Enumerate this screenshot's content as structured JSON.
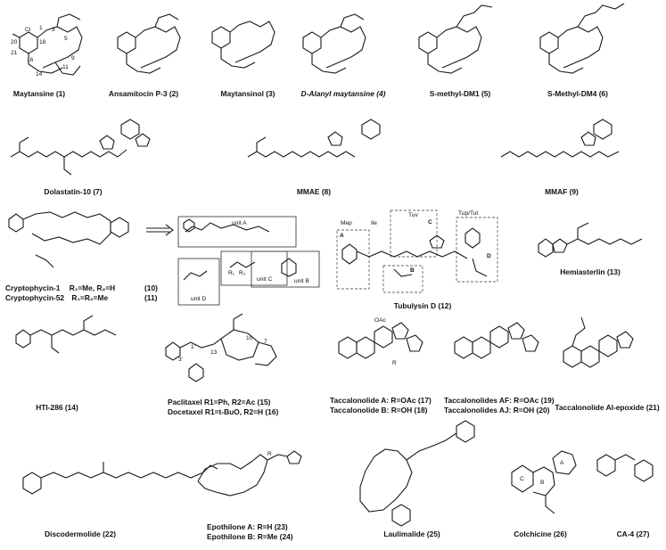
{
  "captions": {
    "c1": "Maytansine (1)",
    "c2": "Ansamitocin P-3 (2)",
    "c3": "Maytansinol (3)",
    "c4": "D-Alanyl maytansine (4)",
    "c5": "S-methyl-DM1 (5)",
    "c6": "S-Methyl-DM4 (6)",
    "c7": "Dolastatin-10 (7)",
    "c8": "MMAE (8)",
    "c9": "MMAF (9)",
    "c10": "Cryptophycin-1",
    "c10sub": "R₁=Me, R₂=H",
    "c10n": "(10)",
    "c11": "Cryptophycin-52",
    "c11sub": "R₁=R₂=Me",
    "c11n": "(11)",
    "c12": "Tubulysin D (12)",
    "c13": "Hemiasterlin (13)",
    "c14": "HTI-286 (14)",
    "c15": "Paclitaxel R1=Ph, R2=Ac   (15)",
    "c16": "Docetaxel R1=t-BuO, R2=H (16)",
    "c17": "Taccalonolide A: R=OAc (17)",
    "c18": "Taccalonolide B: R=OH   (18)",
    "c19": "Taccalonolides AF: R=OAc (19)",
    "c20": "Taccalonolides AJ: R=OH   (20)",
    "c21": "Taccalonolide AI-epoxide (21)",
    "c22": "Discodermolide (22)",
    "c23": "Epothilone A: R=H    (23)",
    "c24": "Epothilone B: R=Me (24)",
    "c25": "Laulimalide (25)",
    "c26": "Colchicine (26)",
    "c27": "CA-4 (27)"
  },
  "labels": {
    "unit_a": "unit A",
    "unit_b": "unit B",
    "unit_c": "unit C",
    "unit_d": "unit D",
    "mep": "Mep",
    "ile": "Ile",
    "tuv": "Tuv",
    "tup": "Tup/Tut",
    "box_a": "A",
    "box_b": "B",
    "box_c": "C",
    "box_d": "D",
    "ring_a": "A",
    "ring_b": "B",
    "ring_c": "C",
    "num_18": "18",
    "num_20": "20",
    "num_21": "21",
    "num_16": "16",
    "num_14": "14",
    "num_11": "11",
    "num_9": "9",
    "num_5": "5",
    "num_3": "3",
    "num_1": "1",
    "num_10": "10",
    "num_13": "13",
    "num_7": "7",
    "num_1p": "1'",
    "num_3p": "3'",
    "r1": "R₁",
    "r2": "R₂",
    "r": "R",
    "oac": "OAc",
    "cl": "Cl"
  }
}
